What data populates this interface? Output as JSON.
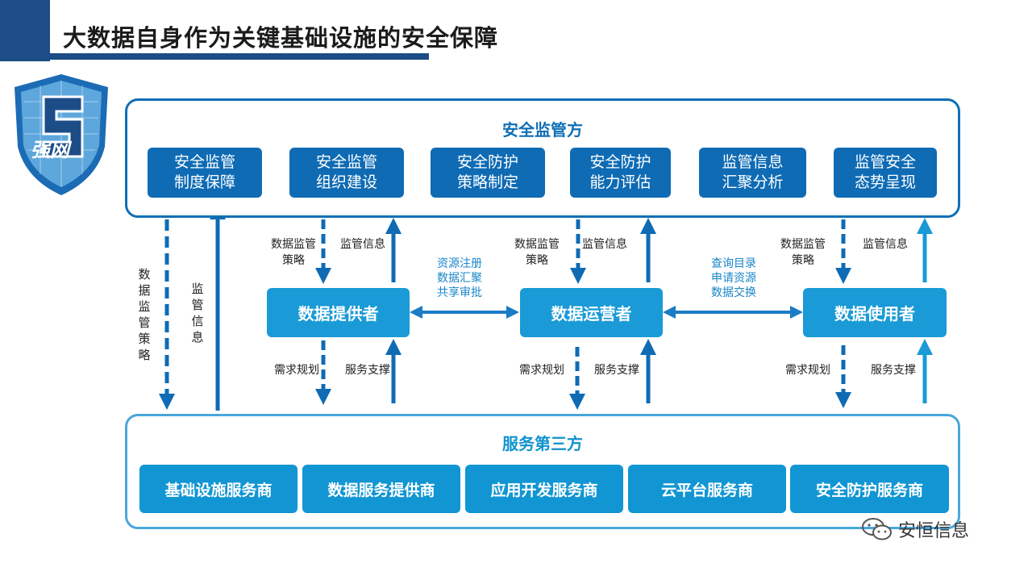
{
  "title": "大数据自身作为关键基础设施的安全保障",
  "logo": {
    "text": "强网"
  },
  "top_panel": {
    "title": "安全监管方",
    "boxes": [
      "安全监管\n制度保障",
      "安全监管\n组织建设",
      "安全防护\n策略制定",
      "安全防护\n能力评估",
      "监管信息\n汇聚分析",
      "监管安全\n态势呈现"
    ]
  },
  "side_labels": {
    "left": "数据监管策略",
    "right": "监管信息"
  },
  "roles": [
    "数据提供者",
    "数据运营者",
    "数据使用者"
  ],
  "arrow_labels": {
    "policy": "数据监管\n策略",
    "info": "监管信息",
    "demand": "需求规划",
    "support": "服务支撑"
  },
  "exchange_labels": {
    "left": "资源注册\n数据汇聚\n共享审批",
    "right": "查询目录\n申请资源\n数据交换"
  },
  "bottom_panel": {
    "title": "服务第三方",
    "boxes": [
      "基础设施服务商",
      "数据服务提供商",
      "应用开发服务商",
      "云平台服务商",
      "安全防护服务商"
    ]
  },
  "watermark": "安恒信息",
  "colors": {
    "dark_blue": "#0f6bb4",
    "light_blue": "#1196d3",
    "header_blue": "#1c4d87"
  }
}
